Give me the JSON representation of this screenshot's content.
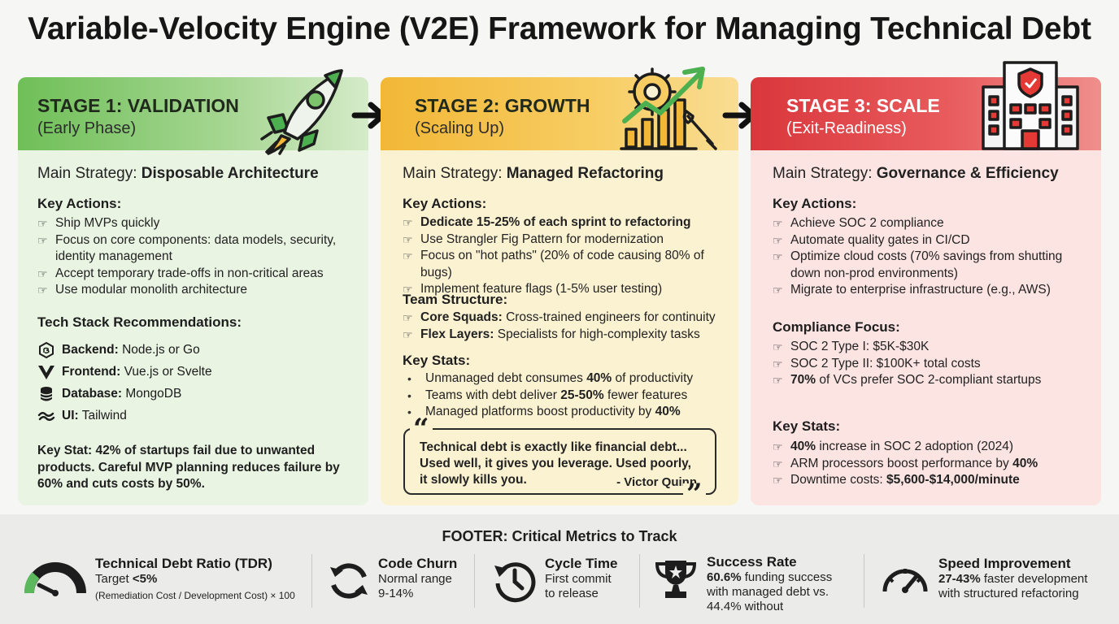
{
  "title": "Variable-Velocity Engine (V2E) Framework for Managing Technical Debt",
  "colors": {
    "stage1": "#6fbf58",
    "stage2": "#f2b736",
    "stage3": "#d9373c"
  },
  "stage1": {
    "label": "STAGE 1: VALIDATION",
    "phase": "(Early Phase)",
    "strategy_prefix": "Main Strategy: ",
    "strategy": "Disposable Architecture",
    "actions_title": "Key Actions:",
    "actions": [
      "Ship MVPs quickly",
      "Focus on core components: data models, security, identity management",
      "Accept temporary trade-offs in non-critical areas",
      "Use modular monolith architecture"
    ],
    "tech_title": "Tech Stack Recommendations:",
    "tech": [
      {
        "label": "Backend:",
        "value": " Node.js or Go",
        "icon": "nodejs-icon"
      },
      {
        "label": "Frontend:",
        "value": " Vue.js or Svelte",
        "icon": "vue-icon"
      },
      {
        "label": "Database:",
        "value": " MongoDB",
        "icon": "database-icon"
      },
      {
        "label": "UI:",
        "value": " Tailwind",
        "icon": "tailwind-icon"
      }
    ],
    "key_stat": "Key Stat: 42% of startups fail due to unwanted products. Careful MVP planning reduces failure by 60% and cuts costs by 50%."
  },
  "stage2": {
    "label": "STAGE 2: GROWTH",
    "phase": "(Scaling Up)",
    "strategy_prefix": "Main Strategy: ",
    "strategy": "Managed Refactoring",
    "actions_title": "Key Actions:",
    "actions": [
      "Dedicate 15-25% of each sprint to refactoring",
      "Use Strangler Fig Pattern for modernization",
      "Focus on \"hot paths\" (20% of code causing 80% of bugs)",
      "Implement feature flags (1-5% user testing)"
    ],
    "team_title": "Team Structure:",
    "team": [
      {
        "label": "Core Squads:",
        "value": " Cross-trained engineers for continuity"
      },
      {
        "label": "Flex Layers:",
        "value": " Specialists for high-complexity tasks"
      }
    ],
    "stats_title": "Key Stats:",
    "stats": [
      {
        "a": "Unmanaged debt consumes ",
        "b": "40%",
        "c": " of productivity"
      },
      {
        "a": "Teams with debt deliver ",
        "b": "25-50%",
        "c": " fewer features"
      },
      {
        "a": "Managed platforms boost productivity by ",
        "b": "40%",
        "c": ""
      }
    ],
    "quote": "Technical debt is exactly like financial debt... Used well, it gives you leverage. Used poorly, it slowly kills you.",
    "quote_author": "- Victor Quinn"
  },
  "stage3": {
    "label": "STAGE 3: SCALE",
    "phase": "(Exit-Readiness)",
    "strategy_prefix": "Main Strategy: ",
    "strategy": "Governance & Efficiency",
    "actions_title": "Key Actions:",
    "actions": [
      "Achieve SOC 2 compliance",
      "Automate quality gates in CI/CD",
      "Optimize cloud costs (70% savings from shutting down non-prod environments)",
      "Migrate to enterprise infrastructure (e.g., AWS)"
    ],
    "compliance_title": "Compliance Focus:",
    "compliance": [
      {
        "a": "",
        "b": "",
        "c": "SOC 2 Type I: $5K-$30K"
      },
      {
        "a": "",
        "b": "",
        "c": "SOC 2 Type II: $100K+ total costs"
      },
      {
        "a": "",
        "b": "70%",
        "c": " of VCs prefer SOC 2-compliant startups"
      }
    ],
    "stats_title": "Key Stats:",
    "stats": [
      {
        "a": "",
        "b": "40%",
        "c": " increase in SOC 2 adoption (2024)"
      },
      {
        "a": "ARM processors boost performance by ",
        "b": "40%",
        "c": ""
      },
      {
        "a": "Downtime costs: ",
        "b": "$5,600-$14,000/minute",
        "c": ""
      }
    ]
  },
  "footer": {
    "title": "FOOTER: Critical Metrics to Track",
    "metrics": [
      {
        "name": "Technical Debt Ratio (TDR)",
        "line1a": "Target ",
        "line1b": "<5%",
        "line2": "",
        "note": "(Remediation Cost / Development Cost) × 100",
        "icon": "gauge-icon"
      },
      {
        "name": "Code Churn",
        "line1a": "Normal range",
        "line1b": "",
        "line2": "9-14%",
        "note": "",
        "icon": "refresh-icon"
      },
      {
        "name": "Cycle Time",
        "line1a": "First commit",
        "line1b": "",
        "line2": "to release",
        "note": "",
        "icon": "history-icon"
      },
      {
        "name": "Success Rate",
        "line1a": "",
        "line1b": "60.6%",
        "line1c": " funding success",
        "line2": "with managed debt vs.",
        "line3": "44.4% without",
        "icon": "trophy-icon"
      },
      {
        "name": "Speed Improvement",
        "line1a": "",
        "line1b": "27-43%",
        "line1c": " faster development",
        "line2": "with structured refactoring",
        "icon": "speedometer-icon"
      }
    ]
  }
}
